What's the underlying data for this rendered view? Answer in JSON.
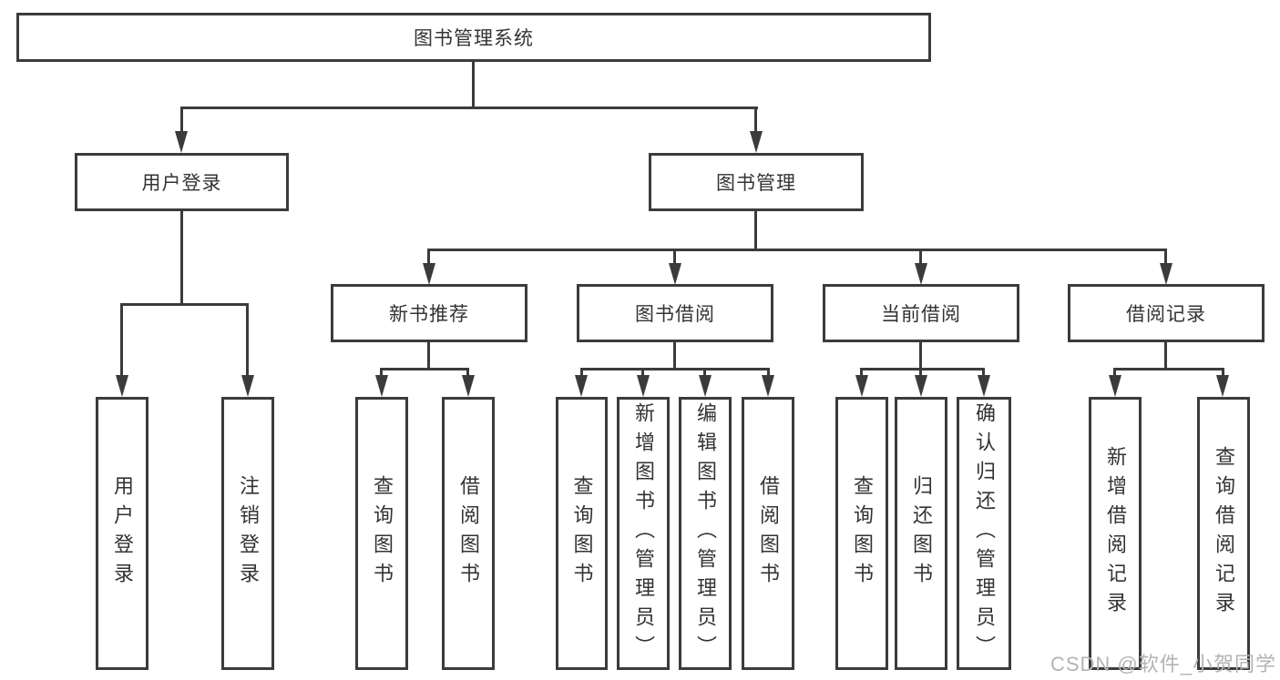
{
  "tree": {
    "root": "图书管理系统",
    "children": [
      {
        "label": "用户登录",
        "children": [
          "用户登录",
          "注销登录"
        ]
      },
      {
        "label": "图书管理",
        "children": [
          {
            "label": "新书推荐",
            "children": [
              "查询图书",
              "借阅图书"
            ]
          },
          {
            "label": "图书借阅",
            "children": [
              "查询图书",
              "新增图书（管理员）",
              "编辑图书（管理员）",
              "借阅图书"
            ]
          },
          {
            "label": "当前借阅",
            "children": [
              "查询图书",
              "归还图书",
              "确认归还（管理员）"
            ]
          },
          {
            "label": "借阅记录",
            "children": [
              "新增借阅记录",
              "查询借阅记录"
            ]
          }
        ]
      }
    ]
  },
  "watermark": "CSDN @软件_小贺同学",
  "colors": {
    "line": "#3b3b3b",
    "text": "#333333",
    "box_fill": "#ffffff",
    "watermark": "#b3b3b3"
  }
}
